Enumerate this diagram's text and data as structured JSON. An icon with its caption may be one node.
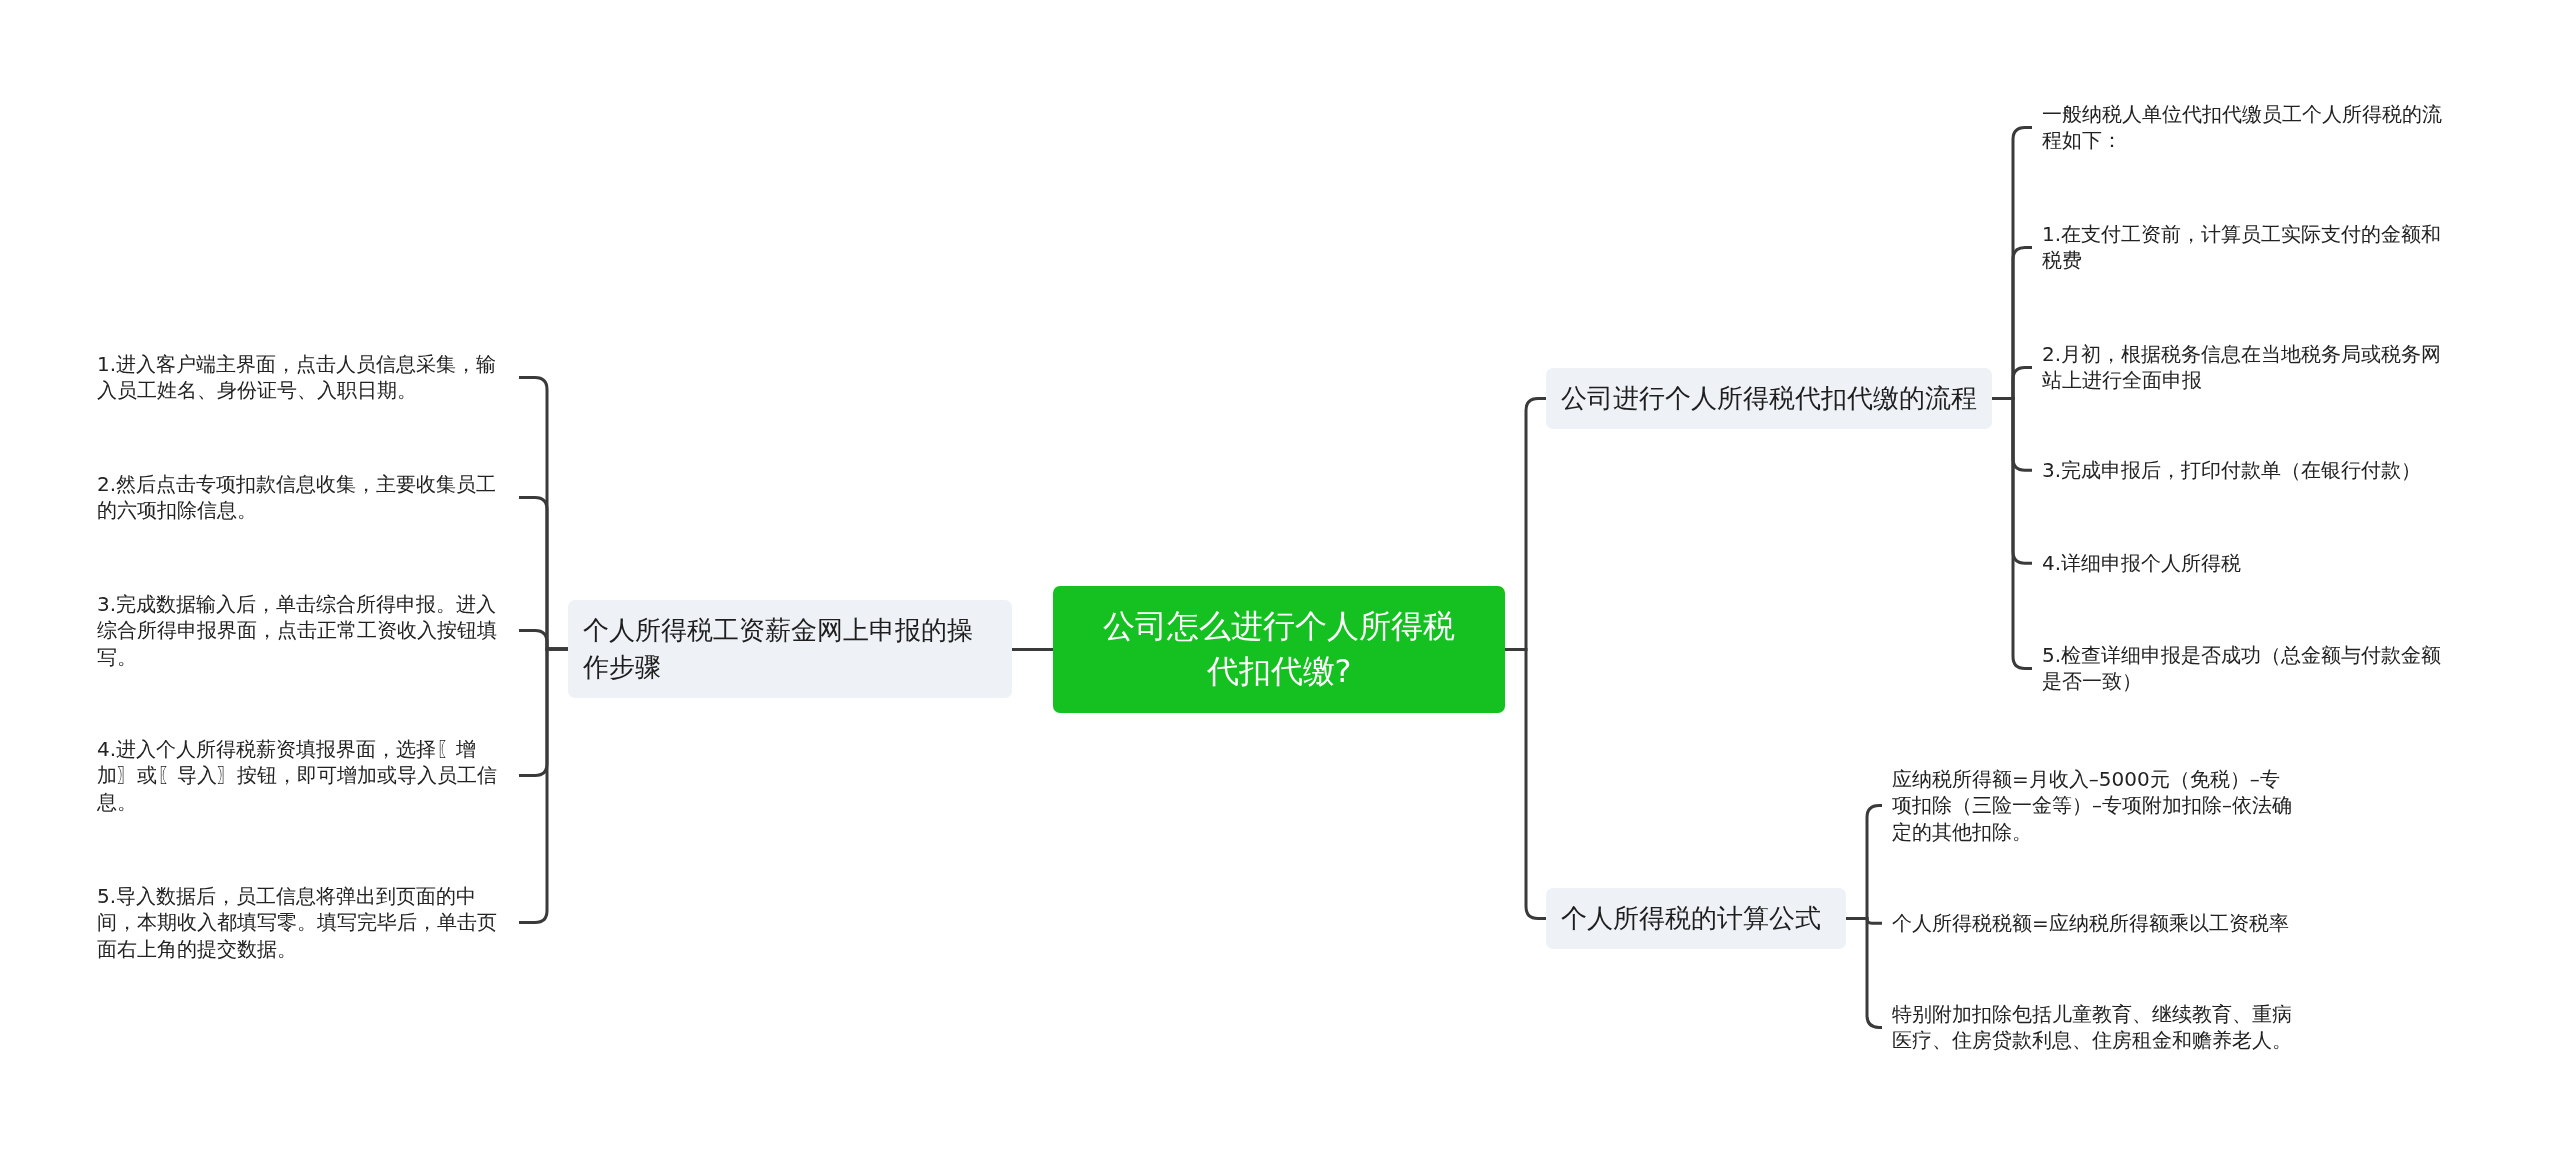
{
  "diagram": {
    "nodes": [
      {
        "text": [
          "公司怎么进行个人所得税代扣代缴?"
        ]
      },
      {
        "text": [
          "个人所得税工资薪金网上申报的操作步骤"
        ]
      },
      {
        "text": [
          "1.进入客户端主界面，点击人员信息采集，输入员工姓名、身份证号、入职日期。"
        ]
      },
      {
        "text": [
          "2.然后点击专项扣款信息收集，主要收集员工的六项扣除信息。"
        ]
      },
      {
        "text": [
          "3.完成数据输入后，单击综合所得申报。进入综合所得申报界面，点击正常工资收入按钮填写。"
        ]
      },
      {
        "text": [
          "4.进入个人所得税薪资填报界面，选择〖增加〗或〖导入〗按钮，即可增加或导入员工信息。"
        ]
      },
      {
        "text": [
          "5.导入数据后，员工信息将弹出到页面的中间，本期收入都填写零。填写完毕后，单击页面右上角的提交数据。"
        ]
      },
      {
        "text": [
          "公司进行个人所得税代扣代缴的流程"
        ]
      },
      {
        "text": [
          "一般纳税人单位代扣代缴员工个人所得税的流程如下："
        ]
      },
      {
        "text": [
          "1.在支付工资前，计算员工实际支付的金额和税费"
        ]
      },
      {
        "text": [
          "2.月初，根据税务信息在当地税务局或税务网站上进行全面申报"
        ]
      },
      {
        "text": [
          "3.完成申报后，打印付款单（在银行付款）"
        ]
      },
      {
        "text": [
          "4.详细申报个人所得税"
        ]
      },
      {
        "text": [
          "5.检查详细申报是否成功（总金额与付款金额是否一致）"
        ]
      },
      {
        "text": [
          "个人所得税的计算公式"
        ]
      },
      {
        "text": [
          "应纳税所得额=月收入–5000元（免税）–专项扣除（三险一金等）–专项附加扣除–依法确定的其他扣除。"
        ]
      },
      {
        "text": [
          "个人所得税税额=应纳税所得额乘以工资税率"
        ]
      },
      {
        "text": [
          "特别附加扣除包括儿童教育、继续教育、重病医疗、住房贷款利息、住房租金和赡养老人。"
        ]
      }
    ],
    "edges": [
      {
        "from": 0,
        "to": 1,
        "arrow": "none"
      },
      {
        "from": 1,
        "to": 2,
        "arrow": "none"
      },
      {
        "from": 1,
        "to": 3,
        "arrow": "none"
      },
      {
        "from": 1,
        "to": 4,
        "arrow": "none"
      },
      {
        "from": 1,
        "to": 5,
        "arrow": "none"
      },
      {
        "from": 1,
        "to": 6,
        "arrow": "none"
      },
      {
        "from": 0,
        "to": 7,
        "arrow": "none"
      },
      {
        "from": 7,
        "to": 8,
        "arrow": "none"
      },
      {
        "from": 7,
        "to": 9,
        "arrow": "none"
      },
      {
        "from": 7,
        "to": 10,
        "arrow": "none"
      },
      {
        "from": 7,
        "to": 11,
        "arrow": "none"
      },
      {
        "from": 7,
        "to": 12,
        "arrow": "none"
      },
      {
        "from": 7,
        "to": 13,
        "arrow": "none"
      },
      {
        "from": 0,
        "to": 14,
        "arrow": "none"
      },
      {
        "from": 14,
        "to": 15,
        "arrow": "none"
      },
      {
        "from": 14,
        "to": 16,
        "arrow": "none"
      },
      {
        "from": 14,
        "to": 17,
        "arrow": "none"
      }
    ]
  }
}
